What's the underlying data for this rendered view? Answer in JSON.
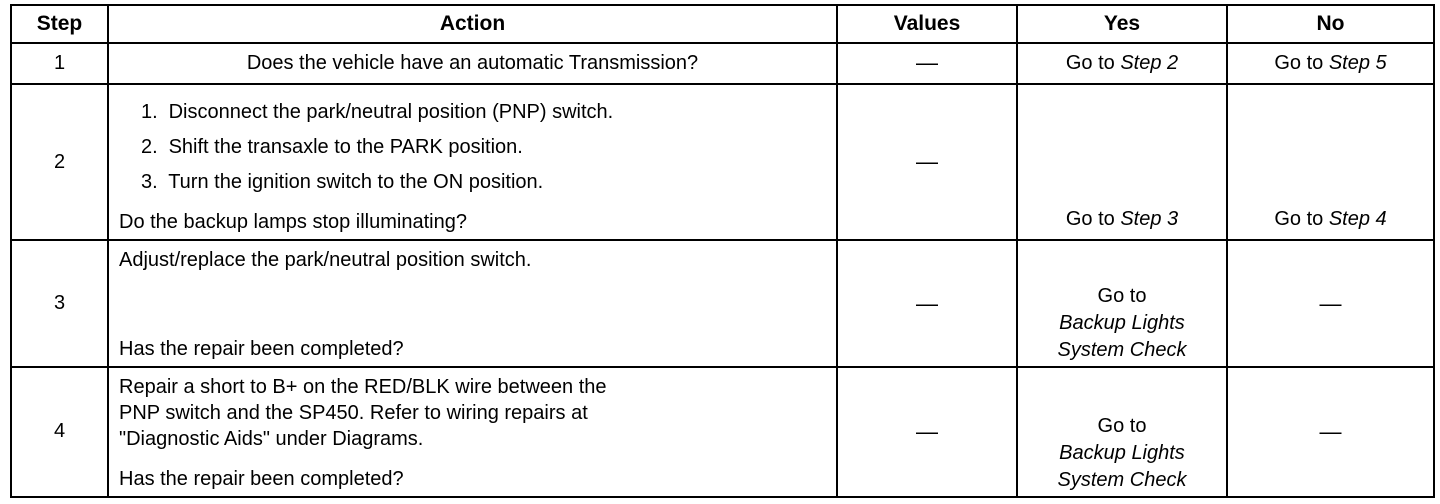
{
  "headers": {
    "step": "Step",
    "action": "Action",
    "values": "Values",
    "yes": "Yes",
    "no": "No"
  },
  "rows": [
    {
      "step": "1",
      "question": "Does the vehicle have an automatic Transmission?",
      "values": "—",
      "yes_prefix": "Go to",
      "yes_link": "Step 2",
      "no_prefix": "Go to",
      "no_link": "Step 5"
    },
    {
      "step": "2",
      "instructions": [
        {
          "num": "1.",
          "text": "Disconnect the park/neutral position (PNP) switch."
        },
        {
          "num": "2.",
          "text": "Shift the transaxle to the PARK position."
        },
        {
          "num": "3.",
          "text": "Turn the ignition switch to the ON position."
        }
      ],
      "question": "Do the backup lamps stop illuminating?",
      "values": "—",
      "yes_prefix": "Go to",
      "yes_link": "Step 3",
      "no_prefix": "Go to",
      "no_link": "Step 4"
    },
    {
      "step": "3",
      "instruction": "Adjust/replace the park/neutral position switch.",
      "question": "Has the repair been completed?",
      "values": "—",
      "yes_prefix": "Go to",
      "yes_link_line1": "Backup Lights",
      "yes_link_line2": "System Check",
      "no": "—"
    },
    {
      "step": "4",
      "instruction_line1": "Repair a short to B+ on the RED/BLK wire between the",
      "instruction_line2": "PNP switch and the SP450. Refer to wiring repairs at",
      "instruction_line3": "\"Diagnostic Aids\" under Diagrams.",
      "question": "Has the repair been completed?",
      "values": "—",
      "yes_prefix": "Go to",
      "yes_link_line1": "Backup Lights",
      "yes_link_line2": "System Check",
      "no": "—"
    }
  ]
}
